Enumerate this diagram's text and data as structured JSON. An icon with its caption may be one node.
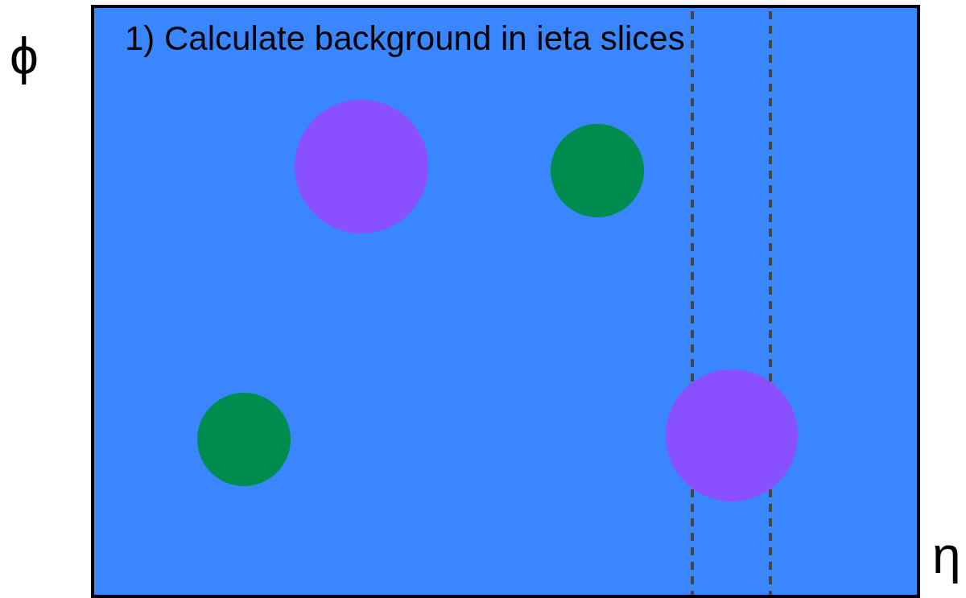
{
  "diagram": {
    "nodes": [
      {
        "text": [
          "1) Calculate background in ieta slices"
        ]
      },
      {
        "text": [],
        "shape": "circle",
        "in": 0
      },
      {
        "text": [],
        "shape": "circle",
        "in": 0
      },
      {
        "text": [],
        "shape": "circle",
        "in": 0
      },
      {
        "text": [],
        "shape": "circle",
        "in": 0
      }
    ],
    "labels": [
      "ϕ",
      "η"
    ]
  }
}
